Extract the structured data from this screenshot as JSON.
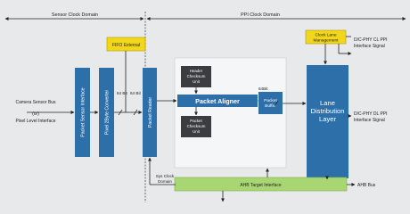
{
  "domains": {
    "sensor": "Sensor Clock Domain",
    "ppi": "PPI Clock Domain"
  },
  "blocks": {
    "fifo": "FIFO External",
    "clock_lane": [
      "Clock Lane",
      "Management"
    ],
    "packet_sensor": "Packet Sensor Interface",
    "pixel_converter": "Pixel 2Byte Converter",
    "packet_reader": "Packet Reader",
    "header_checksum": [
      "Header",
      "Checksum",
      "Unit"
    ],
    "packet_aligner": "Packet Aligner",
    "packet_checksum": [
      "Packet",
      "Checksum",
      "Unit"
    ],
    "packet_buffer": [
      "Packet",
      "Buffer"
    ],
    "lane_distribution": [
      "Lane",
      "Distribution",
      "Layer"
    ],
    "ahb_target": "AHB Target Interface"
  },
  "labels": {
    "camera_bus": [
      "Camera Sensor Bus",
      "(or)",
      "Pixel Level Interface"
    ],
    "bit64_a": "64 Bit",
    "bit64_b": "64 Bit",
    "bit64_c": "64Bit",
    "sys_clock": [
      "Sys Clock",
      "Domain"
    ],
    "dphy_ppi_top": [
      "D/C-PHY CL PPI",
      "Interface Signal"
    ],
    "dphy_ppi_mid": [
      "D/C-PHY DL PPI",
      "Interface Signal"
    ],
    "ahb_bus": "AHB Bus"
  },
  "colors": {
    "background": "#e7e9eb",
    "block_blue": "#2d6fa8",
    "block_dark": "#3a3c3f",
    "fifo_yellow": "#f2d61a",
    "ahb_green": "#a8d672",
    "aligner_region": "#f4f6f7",
    "line": "#222222"
  }
}
